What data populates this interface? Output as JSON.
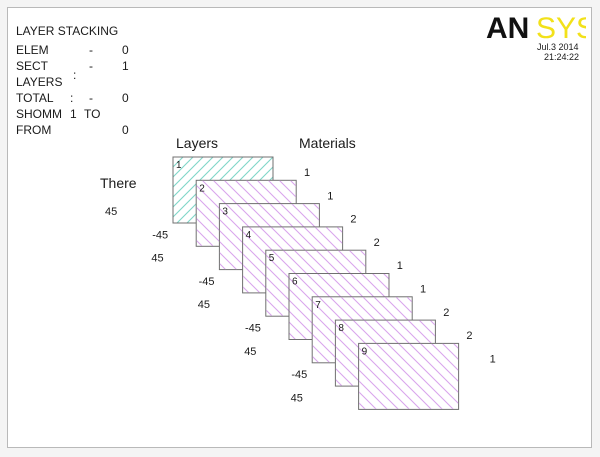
{
  "window": {
    "title": "LAYER STACKING"
  },
  "logo": {
    "text_dark": "AN",
    "text_light": "SYS",
    "dark_color": "#111111",
    "light_color": "#f2e11a"
  },
  "timestamp": {
    "date": "Jul.3 2014",
    "time": "21:24:22"
  },
  "info": {
    "elem_label": "ELEM",
    "elem_dash": "-",
    "elem_value": "0",
    "sect_label": "SECT",
    "sect_dash": "-",
    "sect_value": "1",
    "layers_label": "LAYERS",
    "layers_colon": ":",
    "total_label": "TOTAL",
    "total_colon": ":",
    "total_dash": "-",
    "total_value": "0",
    "shown_label": "SHOMM",
    "shown_value": "1",
    "shown_to": "TO",
    "from_label": "FROM",
    "from_value": "0"
  },
  "headers": {
    "layers": "Layers",
    "materials": "Materials",
    "there": "There"
  },
  "colors": {
    "first_layer": "#7fd6c8",
    "other_layers": "#d9a6ec",
    "edge": "#707070"
  },
  "layers": [
    {
      "number": "1",
      "material": "1",
      "theta": "45"
    },
    {
      "number": "2",
      "material": "1",
      "theta": "-45"
    },
    {
      "number": "3",
      "material": "2",
      "theta": "45"
    },
    {
      "number": "4",
      "material": "2",
      "theta": "-45"
    },
    {
      "number": "5",
      "material": "1",
      "theta": "45"
    },
    {
      "number": "6",
      "material": "1",
      "theta": "-45"
    },
    {
      "number": "7",
      "material": "2",
      "theta": "45"
    },
    {
      "number": "8",
      "material": "2",
      "theta": "-45"
    },
    {
      "number": "9",
      "material": "1",
      "theta": "45"
    }
  ]
}
